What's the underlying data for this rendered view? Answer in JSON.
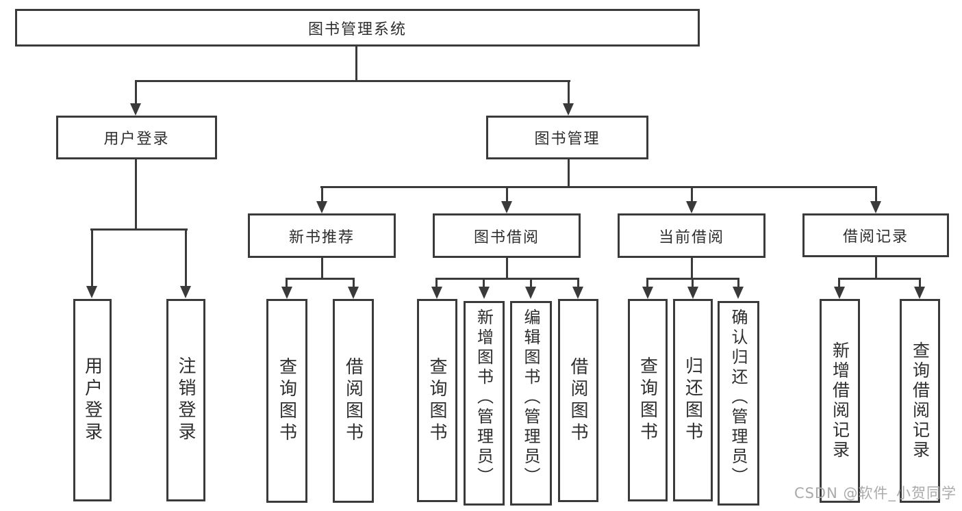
{
  "tree": {
    "root": {
      "label": "图书管理系统"
    },
    "user_login": {
      "label": "用户登录",
      "children": [
        "用户登录",
        "注销登录"
      ]
    },
    "book_management": {
      "label": "图书管理",
      "sections": [
        {
          "label": "新书推荐",
          "children": [
            "查询图书",
            "借阅图书"
          ]
        },
        {
          "label": "图书借阅",
          "children": [
            "查询图书",
            "新增图书（管理员）",
            "编辑图书（管理员）",
            "借阅图书"
          ]
        },
        {
          "label": "当前借阅",
          "children": [
            "查询图书",
            "归还图书",
            "确认归还（管理员）"
          ]
        },
        {
          "label": "借阅记录",
          "children": [
            "新增借阅记录",
            "查询借阅记录"
          ]
        }
      ]
    }
  },
  "watermark": "CSDN @软件_小贺同学",
  "colors": {
    "line": "#3a3a3a",
    "text": "#2e2e2e",
    "background": "#ffffff",
    "watermark": "#aaaaaa"
  }
}
